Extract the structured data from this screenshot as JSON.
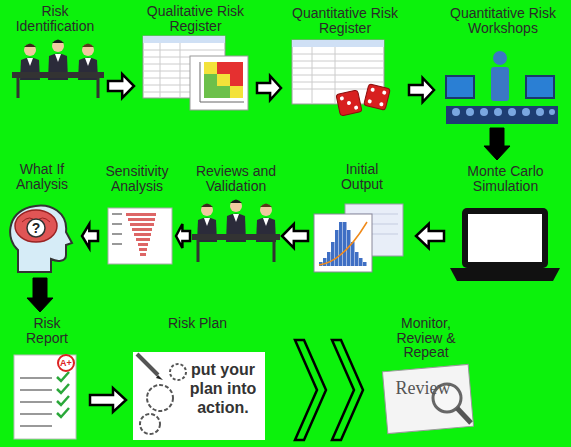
{
  "diagram": {
    "nodes": [
      {
        "text": [
          "Risk Identification"
        ]
      },
      {
        "text": [
          "Qualitative Risk Register"
        ]
      },
      {
        "text": [
          "Quantitative Risk Register"
        ]
      },
      {
        "text": [
          "Quantitative Risk Workshops"
        ]
      },
      {
        "text": [
          "Monte Carlo Simulation"
        ]
      },
      {
        "text": [
          "Initial Output"
        ]
      },
      {
        "text": [
          "Reviews and Validation"
        ]
      },
      {
        "text": [
          "Sensitivity Analysis"
        ]
      },
      {
        "text": [
          "What If Analysis"
        ]
      },
      {
        "text": [
          "Risk Report"
        ]
      },
      {
        "text": [
          "Risk Plan"
        ]
      },
      {
        "text": [
          "Monitor, Review & Repeat"
        ]
      }
    ],
    "edges": [
      {
        "from": 0,
        "to": 1,
        "arrow": "to"
      },
      {
        "from": 1,
        "to": 2,
        "arrow": "to"
      },
      {
        "from": 2,
        "to": 3,
        "arrow": "to"
      },
      {
        "from": 3,
        "to": 4,
        "arrow": "to"
      },
      {
        "from": 4,
        "to": 5,
        "arrow": "to"
      },
      {
        "from": 5,
        "to": 6,
        "arrow": "to"
      },
      {
        "from": 6,
        "to": 7,
        "arrow": "to"
      },
      {
        "from": 7,
        "to": 8,
        "arrow": "to"
      },
      {
        "from": 8,
        "to": 9,
        "arrow": "to"
      },
      {
        "from": 9,
        "to": 10,
        "arrow": "to"
      },
      {
        "from": 10,
        "to": 11,
        "arrow": "to"
      }
    ],
    "labels": [
      "?",
      "A+",
      "put your plan into action.",
      "Review"
    ]
  }
}
